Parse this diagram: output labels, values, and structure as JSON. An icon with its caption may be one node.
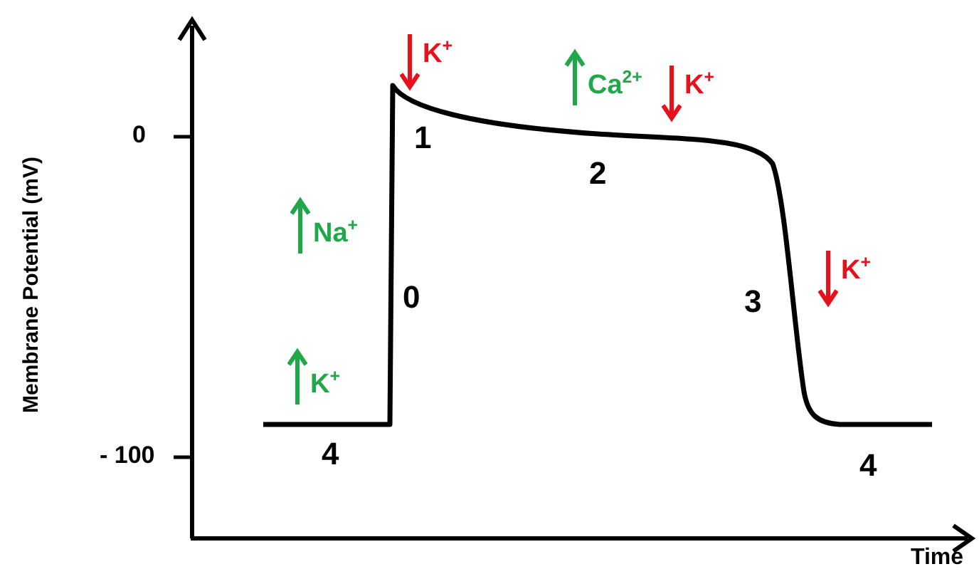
{
  "diagram": {
    "labels": [
      "K$^{+}$",
      "Ca$^{2+}$",
      "K$^{+}$",
      "0",
      "1",
      "2",
      "Na$^{+}$",
      "K$^{+}$",
      "0",
      "3",
      "Membrane Potential (mV)",
      "K$^{+}$",
      "- 100",
      "4",
      "4",
      "Time"
    ]
  }
}
